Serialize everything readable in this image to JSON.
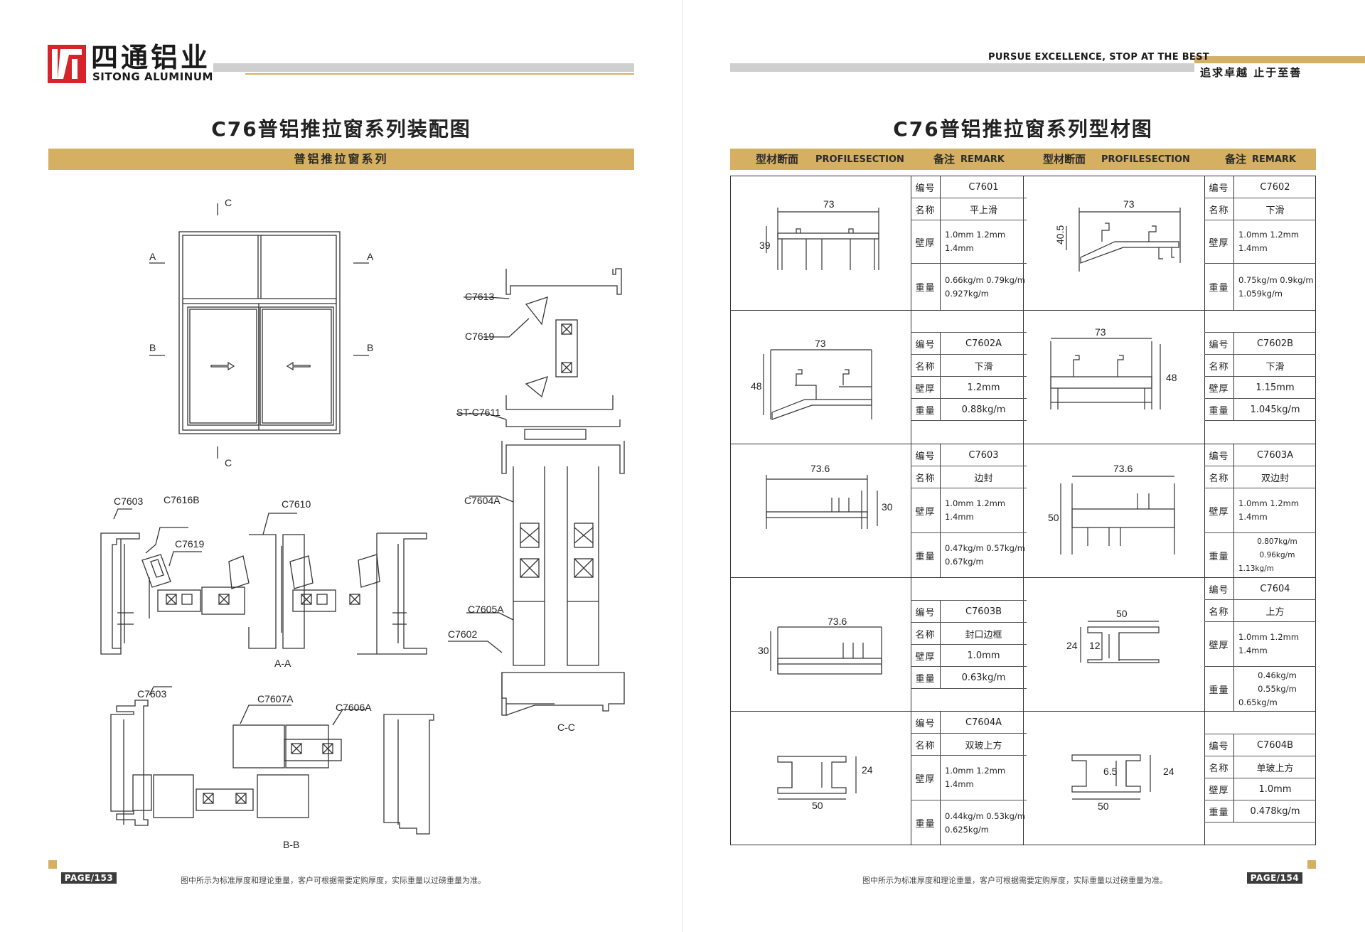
{
  "brand": {
    "name_cn": "四通铝业",
    "name_en": "SITONG ALUMINUM",
    "slogan_en": "PURSUE EXCELLENCE, STOP AT THE BEST",
    "slogan_cn": "追求卓越  止于至善",
    "colors": {
      "accent_gold": "#d6b062",
      "brand_red": "#d7232a",
      "bar_gray": "#cfcfcf"
    }
  },
  "left_page": {
    "title": "C76普铝推拉窗系列装配图",
    "band": "普铝推拉窗系列",
    "window_marks": {
      "c": "C",
      "a": "A",
      "b": "B"
    },
    "section_labels": {
      "aa": "A-A",
      "bb": "B-B",
      "cc": "C-C",
      "aa_parts": [
        "C7603",
        "C7616B",
        "C7619",
        "C7610"
      ],
      "bb_parts": [
        "C7603",
        "C7607A",
        "C7606A"
      ],
      "cc_parts": [
        "C7613",
        "C7619",
        "ST-C7611",
        "C7604A",
        "C7605A",
        "C7602"
      ]
    },
    "page_number": "PAGE/153",
    "footnote": "图中所示为标准厚度和理论重量，客户可根据需要定购厚度，实际重量以过磅重量为准。"
  },
  "right_page": {
    "title": "C76普铝推拉窗系列型材图",
    "headers": {
      "section_cn": "型材断面",
      "section_en": "PROFILESECTION",
      "remark_cn": "备注",
      "remark_en": "REMARK"
    },
    "keys": {
      "code": "编号",
      "name": "名称",
      "wall": "壁厚",
      "weight": "重量"
    },
    "profiles": [
      {
        "code": "C7601",
        "name": "平上滑",
        "wall": [
          "1.0mm    1.2mm",
          "1.4mm"
        ],
        "weight": [
          "0.66kg/m  0.79kg/m",
          "0.927kg/m"
        ],
        "dims": [
          "73",
          "39"
        ]
      },
      {
        "code": "C7602",
        "name": "下滑",
        "wall": [
          "1.0mm    1.2mm",
          "1.4mm"
        ],
        "weight": [
          "0.75kg/m  0.9kg/m",
          "1.059kg/m"
        ],
        "dims": [
          "73",
          "40.5"
        ]
      },
      {
        "code": "C7602A",
        "name": "下滑",
        "wall": [
          "1.2mm"
        ],
        "weight": [
          "0.88kg/m"
        ],
        "dims": [
          "73",
          "48"
        ]
      },
      {
        "code": "C7602B",
        "name": "下滑",
        "wall": [
          "1.15mm"
        ],
        "weight": [
          "1.045kg/m"
        ],
        "dims": [
          "73",
          "48"
        ]
      },
      {
        "code": "C7603",
        "name": "边封",
        "wall": [
          "1.0mm    1.2mm",
          "1.4mm"
        ],
        "weight": [
          "0.47kg/m  0.57kg/m",
          "0.67kg/m"
        ],
        "dims": [
          "73.6",
          "30"
        ]
      },
      {
        "code": "C7603A",
        "name": "双边封",
        "wall": [
          "1.0mm    1.2mm",
          "1.4mm"
        ],
        "weight": [
          "0.807kg/m  0.96kg/m",
          "1.13kg/m"
        ],
        "dims": [
          "73.6",
          "50"
        ]
      },
      {
        "code": "C7603B",
        "name": "封口边框",
        "wall": [
          "1.0mm"
        ],
        "weight": [
          "0.63kg/m"
        ],
        "dims": [
          "73.6",
          "30"
        ]
      },
      {
        "code": "C7604",
        "name": "上方",
        "wall": [
          "1.0mm    1.2mm",
          "1.4mm"
        ],
        "weight": [
          "0.46kg/m  0.55kg/m",
          "0.65kg/m"
        ],
        "dims": [
          "50",
          "24",
          "12"
        ]
      },
      {
        "code": "C7604A",
        "name": "双玻上方",
        "wall": [
          "1.0mm    1.2mm",
          "1.4mm"
        ],
        "weight": [
          "0.44kg/m  0.53kg/m",
          "0.625kg/m"
        ],
        "dims": [
          "24",
          "50"
        ]
      },
      {
        "code": "C7604B",
        "name": "单玻上方",
        "wall": [
          "1.0mm"
        ],
        "weight": [
          "0.478kg/m"
        ],
        "dims": [
          "6.5",
          "24",
          "50"
        ]
      }
    ],
    "page_number": "PAGE/154",
    "footnote": "图中所示为标准厚度和理论重量，客户可根据需要定购厚度，实际重量以过磅重量为准。"
  }
}
